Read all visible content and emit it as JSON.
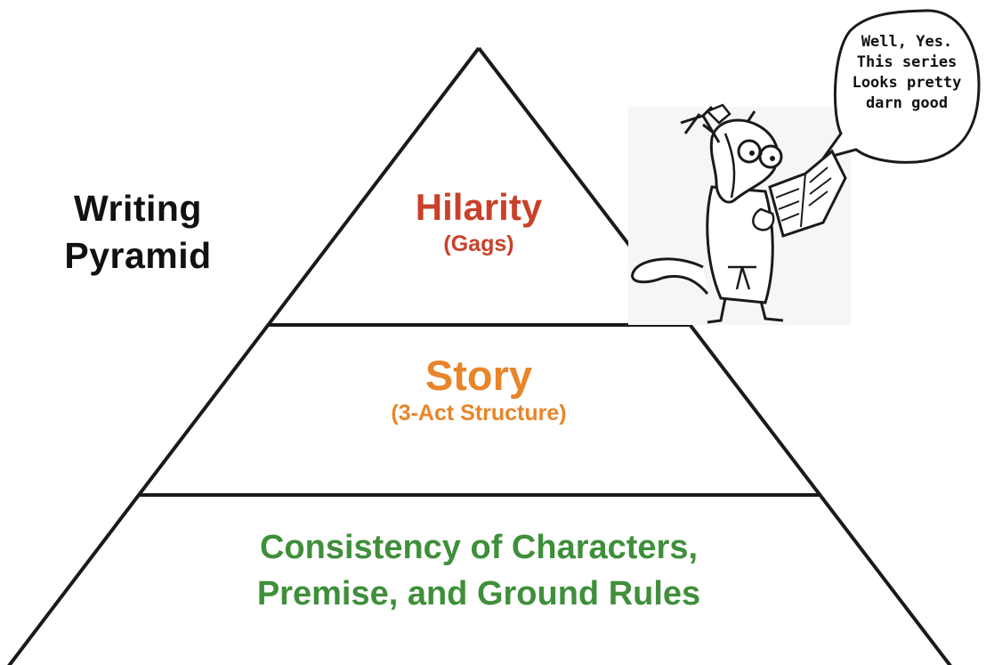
{
  "title": {
    "line1": "Writing",
    "line2": "Pyramid"
  },
  "tiers": {
    "top": {
      "label": "Hilarity",
      "sub": "(Gags)",
      "color": "#c9412a"
    },
    "middle": {
      "label": "Story",
      "sub": "(3-Act Structure)",
      "color": "#e8852a"
    },
    "base": {
      "line1": "Consistency of Characters,",
      "line2": "Premise, and Ground Rules",
      "color": "#3f8f3a"
    }
  },
  "speech_bubble": {
    "lines": [
      "Well, Yes.",
      "This series",
      "Looks pretty",
      "darn good"
    ]
  },
  "illustration": {
    "icon": "skunk-reading-book-icon"
  }
}
